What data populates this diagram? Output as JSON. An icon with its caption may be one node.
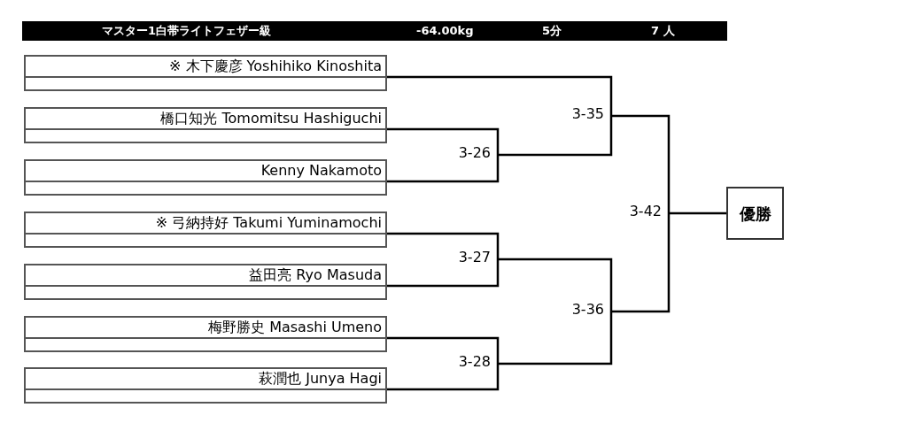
{
  "diagram": {
    "title": "マスター1白帯ライトフェザー級",
    "nodes": [
      {
        "text": [
          "※ 木下慶彦 Yoshihiko Kinoshita"
        ]
      },
      {
        "text": [
          "橋口知光 Tomomitsu Hashiguchi"
        ]
      },
      {
        "text": [
          "Kenny Nakamoto"
        ]
      },
      {
        "text": [
          "※ 弓納持好 Takumi Yuminamochi"
        ]
      },
      {
        "text": [
          "益田亮 Ryo Masuda"
        ]
      },
      {
        "text": [
          "梅野勝史 Masashi Umeno"
        ]
      },
      {
        "text": [
          "萩潤也 Junya Hagi"
        ]
      },
      {
        "text": [
          "3-35"
        ]
      },
      {
        "text": [
          "3-26"
        ]
      },
      {
        "text": [
          "3-27"
        ]
      },
      {
        "text": [
          "3-42"
        ]
      },
      {
        "text": [
          "3-36"
        ]
      },
      {
        "text": [
          "3-28"
        ]
      },
      {
        "text": [
          "優勝"
        ]
      }
    ],
    "edges": [
      {
        "from": 0,
        "to": 7,
        "arrow": "none"
      },
      {
        "from": 1,
        "to": 8,
        "arrow": "none"
      },
      {
        "from": 2,
        "to": 8,
        "arrow": "none"
      },
      {
        "from": 8,
        "to": 7,
        "arrow": "none"
      },
      {
        "from": 3,
        "to": 9,
        "arrow": "none"
      },
      {
        "from": 4,
        "to": 9,
        "arrow": "none"
      },
      {
        "from": 5,
        "to": 12,
        "arrow": "none"
      },
      {
        "from": 6,
        "to": 12,
        "arrow": "none"
      },
      {
        "from": 9,
        "to": 11,
        "arrow": "none"
      },
      {
        "from": 12,
        "to": 11,
        "arrow": "none"
      },
      {
        "from": 7,
        "to": 10,
        "arrow": "none"
      },
      {
        "from": 11,
        "to": 10,
        "arrow": "none"
      },
      {
        "from": 10,
        "to": 13,
        "arrow": "none"
      }
    ],
    "labels": [
      "-64.00kg",
      "5分",
      "7 人"
    ]
  }
}
